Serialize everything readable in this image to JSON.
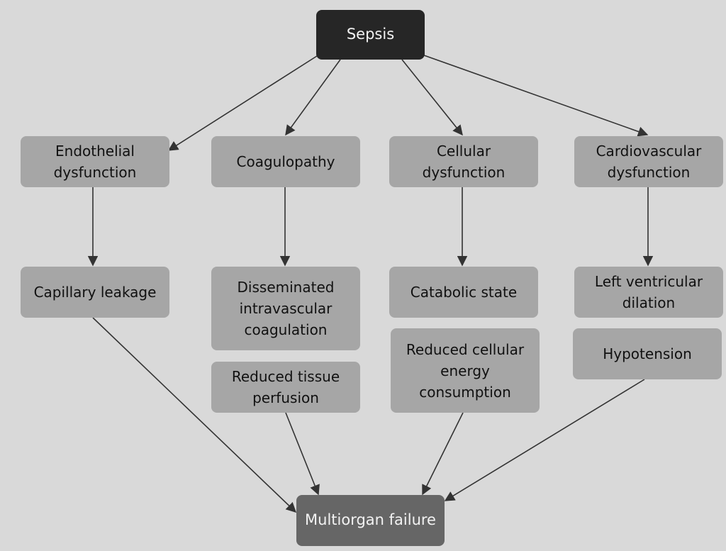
{
  "diagram": {
    "root": "Sepsis",
    "categories": [
      {
        "label": "Endothelial\ndysfunction"
      },
      {
        "label": "Coagulopathy"
      },
      {
        "label": "Cellular\ndysfunction"
      },
      {
        "label": "Cardiovascular\ndysfunction"
      }
    ],
    "effects": [
      {
        "label": "Capillary leakage"
      },
      {
        "label": "Disseminated\nintravascular\ncoagulation"
      },
      {
        "label": "Reduced tissue\nperfusion"
      },
      {
        "label": "Catabolic state"
      },
      {
        "label": "Reduced cellular\nenergy\nconsumption"
      },
      {
        "label": "Left ventricular\ndilation"
      },
      {
        "label": "Hypotension"
      }
    ],
    "outcome": "Multiorgan failure",
    "colors": {
      "background": "#d9d9d9",
      "root_fill": "#262626",
      "node_fill": "#a6a6a6",
      "outcome_fill": "#666666",
      "arrow": "#333333"
    }
  }
}
